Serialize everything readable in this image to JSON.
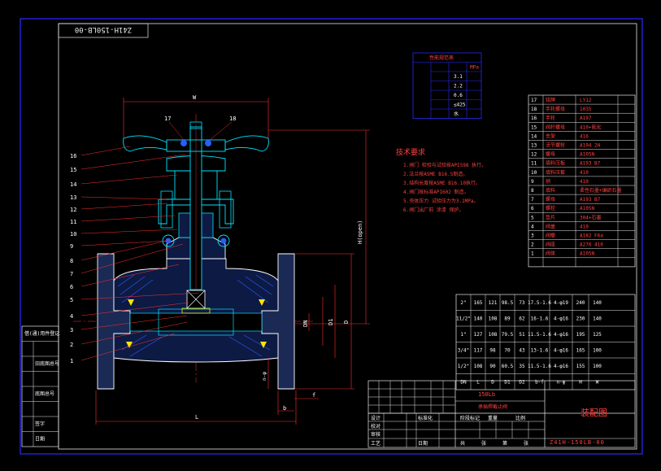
{
  "drawing": {
    "title_box_text": "Z41H-150LB-00",
    "title_block_code": "Z41H-150LB-00",
    "assembly_title": "装配图",
    "class_label": "150Lb",
    "product_name": "承插焊截止阀"
  },
  "dimensions": {
    "W": "W",
    "L": "L",
    "H": "H(open)",
    "D": "D",
    "D1": "D1",
    "DN": "DN",
    "b": "b",
    "f": "f",
    "nd": "n-φ"
  },
  "balloons": [
    "1",
    "2",
    "3",
    "4",
    "5",
    "6",
    "7",
    "8",
    "9",
    "10",
    "11",
    "12",
    "13",
    "14",
    "15",
    "16"
  ],
  "balloons_top": [
    "17",
    "18"
  ],
  "tech_requirements": {
    "title": "技术要求",
    "lines": [
      "1.阀门  检验与试验按API598  执行。",
      "2.法兰按ASME B16.5制造。",
      "3.结构长度按ASME B16.10执行。",
      "4.阀门按标准API602 制造。",
      "5.壳体压力  试验压力为3.1MPa。",
      "6.阀门出厂前  涂漆  保护。"
    ]
  },
  "perf_table": {
    "title": "性能规范表",
    "header": [
      "",
      "",
      "MPa"
    ],
    "rows": [
      [
        "",
        "3.1",
        ""
      ],
      [
        "",
        "2.2",
        ""
      ],
      [
        "",
        "0.6",
        ""
      ],
      [
        "",
        "≤425",
        ""
      ],
      [
        "",
        "水",
        ""
      ]
    ]
  },
  "parts": [
    {
      "no": "17",
      "name": "铭牌",
      "mat": "LY12"
    },
    {
      "no": "18",
      "name": "手轮螺母",
      "mat": "1035"
    },
    {
      "no": "16",
      "name": "手轮",
      "mat": "A197"
    },
    {
      "no": "15",
      "name": "阀杆螺母",
      "mat": "410+氮化"
    },
    {
      "no": "14",
      "name": "支架",
      "mat": "416"
    },
    {
      "no": "13",
      "name": "活节螺栓",
      "mat": "A194 2H"
    },
    {
      "no": "12",
      "name": "螺母",
      "mat": "A105N"
    },
    {
      "no": "11",
      "name": "填料压板",
      "mat": "A193 B7"
    },
    {
      "no": "10",
      "name": "填料压套",
      "mat": "410"
    },
    {
      "no": "9",
      "name": "销",
      "mat": "410"
    },
    {
      "no": "8",
      "name": "填料",
      "mat": "柔性石墨+编织石墨"
    },
    {
      "no": "7",
      "name": "螺母",
      "mat": "A193 B7"
    },
    {
      "no": "6",
      "name": "螺栓",
      "mat": "A105N"
    },
    {
      "no": "5",
      "name": "垫片",
      "mat": "304+石墨"
    },
    {
      "no": "4",
      "name": "阀盖",
      "mat": "410"
    },
    {
      "no": "3",
      "name": "阀瓣",
      "mat": "A182 F6a"
    },
    {
      "no": "2",
      "name": "阀座",
      "mat": "A276 410"
    },
    {
      "no": "1",
      "name": "阀体",
      "mat": "A105N"
    }
  ],
  "dim_table": {
    "header": [
      "DN",
      "L",
      "D",
      "D1",
      "D2",
      "b-f",
      "n-φ",
      "H",
      "W"
    ],
    "rows": [
      [
        "2\"",
        "165",
        "121",
        "98.5",
        "73",
        "17.5-1.6",
        "4-φ19",
        "240",
        "140"
      ],
      [
        "11/2\"",
        "140",
        "108",
        "89",
        "62",
        "16-1.6",
        "4-φ16",
        "230",
        "140"
      ],
      [
        "1\"",
        "127",
        "108",
        "79.5",
        "51",
        "11.5-1.6",
        "4-φ16",
        "195",
        "125"
      ],
      [
        "3/4\"",
        "117",
        "98",
        "70",
        "43",
        "13-1.6",
        "4-φ16",
        "165",
        "100"
      ],
      [
        "1/2\"",
        "108",
        "90",
        "60.5",
        "35",
        "11.5-1.6",
        "4-φ16",
        "155",
        "100"
      ]
    ]
  },
  "left_block": {
    "rows": [
      "借(通)用件登记",
      "",
      "旧底图总号",
      "",
      "底图总号",
      "",
      "签字",
      "日期"
    ]
  },
  "title_block": {
    "rows": [
      [
        "设计",
        "标准化"
      ],
      [
        "校对",
        ""
      ],
      [
        "审核",
        ""
      ],
      [
        "工艺",
        "日期"
      ]
    ],
    "right_labels": [
      "阶段标记",
      "重量",
      "比例"
    ],
    "bottom": [
      "共",
      "张",
      "第",
      "张"
    ]
  }
}
